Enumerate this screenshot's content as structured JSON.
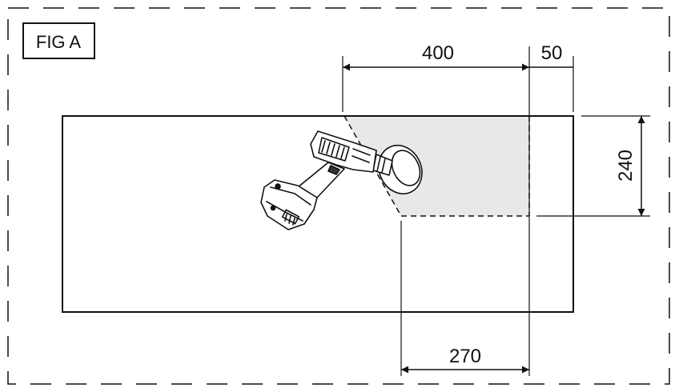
{
  "figure": {
    "label": "FIG A"
  },
  "dimensions": {
    "clearance_width": "400",
    "edge_offset": "50",
    "clearance_depth": "240",
    "lower_width": "270"
  },
  "colors": {
    "line": "#111111",
    "shaded_zone": "#e8e8e8",
    "tool_body": "#ffffff"
  },
  "icons": {
    "tool": "cordless-drill-icon"
  }
}
